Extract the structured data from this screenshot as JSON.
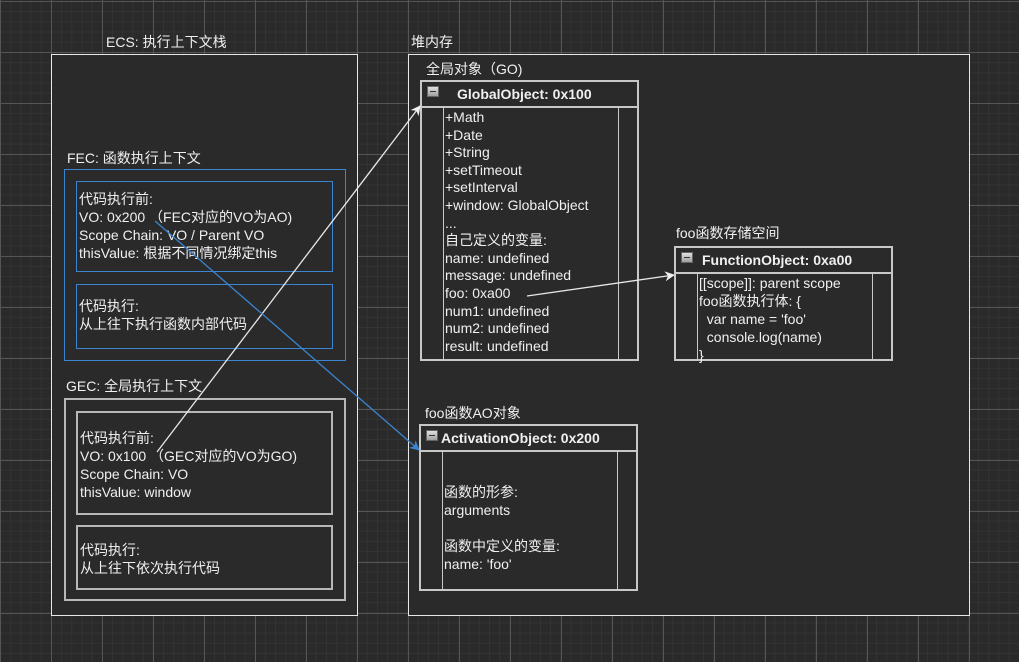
{
  "ecs": {
    "title": "ECS: 执行上下文栈",
    "fec": {
      "title": "FEC: 函数执行上下文",
      "before": "代码执行前:\nVO: 0x200 （FEC对应的VO为AO)\nScope Chain: VO / Parent VO\nthisValue: 根据不同情况绑定this",
      "exec": "代码执行:\n从上往下执行函数内部代码"
    },
    "gec": {
      "title": "GEC: 全局执行上下文",
      "before": "代码执行前:\nVO: 0x100 （GEC对应的VO为GO)\nScope Chain: VO\nthisValue: window",
      "exec": "代码执行:\n从上往下依次执行代码"
    }
  },
  "heap": {
    "title": "堆内存",
    "go": {
      "label": "全局对象（GO)",
      "header": "GlobalObject: 0x100",
      "lines": [
        "+Math",
        "+Date",
        "+String",
        "+setTimeout",
        "+setInterval",
        "+window: GlobalObject",
        "...",
        "自己定义的变量:",
        "name: undefined",
        "message: undefined",
        "foo: 0xa00",
        "num1: undefined",
        "num2: undefined",
        "result: undefined"
      ]
    },
    "fo": {
      "label": "foo函数存储空间",
      "header": "FunctionObject: 0xa00",
      "lines": [
        "[[scope]]: parent scope",
        "foo函数执行体: {",
        "  var name = 'foo'",
        "  console.log(name)",
        "}"
      ]
    },
    "ao": {
      "label": "foo函数AO对象",
      "header": "ActivationObject: 0x200",
      "lines": [
        "",
        "函数的形参:",
        "arguments",
        "",
        "函数中定义的变量:",
        "name: 'foo'"
      ]
    }
  },
  "colors": {
    "background": "#2a2a2a",
    "fec_border": "#3a84d0",
    "arrow_blue": "#3a84d0",
    "arrow_white": "#f0f0f0"
  }
}
